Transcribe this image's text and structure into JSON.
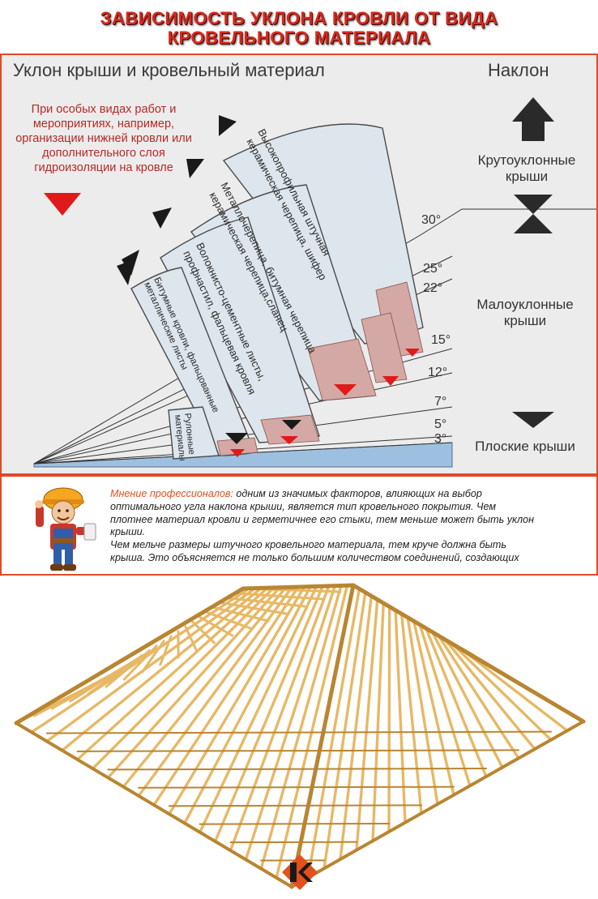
{
  "header": {
    "title_line1": "ЗАВИСИМОСТЬ УКЛОНА КРОВЛИ ОТ ВИДА",
    "title_line2": "КРОВЕЛЬНОГО МАТЕРИАЛА"
  },
  "diagram": {
    "title": "Уклон крыши и кровельный материал",
    "incline_title": "Наклон",
    "note": "При особых видах работ и мероприятиях, например, организации нижней кровли или дополнительного слоя гидроизоляции на кровле",
    "zones": {
      "steep_line1": "Крутоуклонные",
      "steep_line2": "крыши",
      "low_line1": "Малоуклонные",
      "low_line2": "крыши",
      "flat": "Плоские крыши"
    },
    "angles": [
      "30°",
      "25°",
      "22°",
      "15°",
      "12°",
      "7°",
      "5°",
      "3°"
    ],
    "bands": [
      {
        "line1": "Высокопрофильная штучная",
        "line2": "керамическая черепица, шифер"
      },
      {
        "line1": "Металлочерепица, битумная черепица",
        "line2": "керамическая черепица,сланец"
      },
      {
        "line1": "Волокнисто-цементные листы,",
        "line2": "профнастил, фальцевая кровля"
      },
      {
        "line1": "Битумные кровли, фальцованные",
        "line2": "металлические листы"
      },
      {
        "line1": "Рулонные",
        "line2": "материалы"
      }
    ],
    "colors": {
      "band_fill": "#dde6ec",
      "band_stroke": "#4a4a4a",
      "special_zone": "#d4a8a4",
      "flat_slab": "#9ec0e0",
      "red_marker": "#e01a1a",
      "arrow": "#1a1a1a"
    }
  },
  "info": {
    "lead": "Мнение профессионалов:",
    "line1_rest": " одним из значимых факторов, влияющих на выбор",
    "line2": "оптимального угла наклона крыши, является тип кровельного покрытия. Чем",
    "line3": "плотнее материал кровли и герметичнее его стыки, тем меньше может быть уклон",
    "line4": "крыши.",
    "line5": "Чем мельче размеры штучного кровельного материала, тем круче должна быть",
    "line6": "крыша. Это объясняется не только большим количеством соединений, создающих"
  },
  "icons": {
    "mascot": "builder-worker-icon",
    "logo": "brand-logo-icon"
  }
}
